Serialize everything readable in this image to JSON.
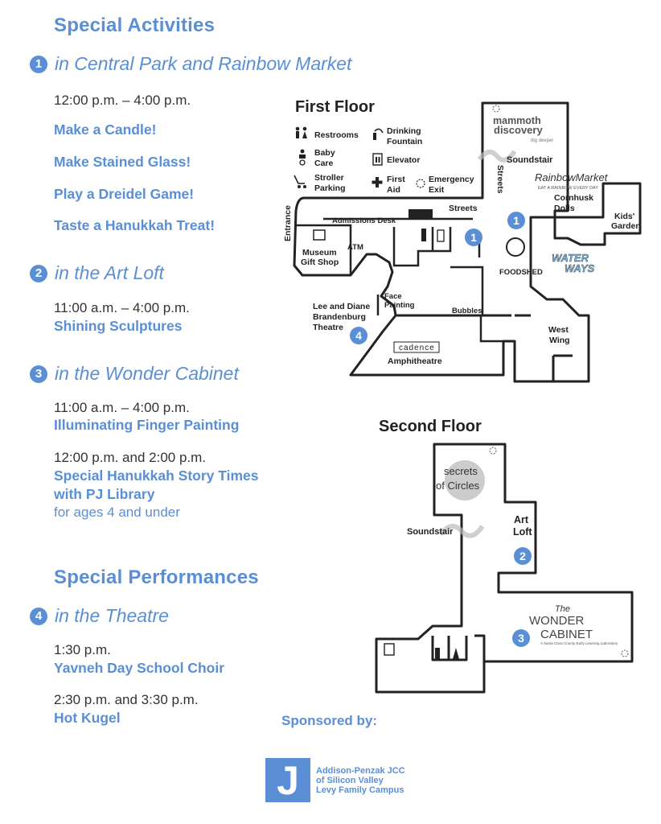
{
  "special_activities": {
    "title": "Special Activities",
    "sections": [
      {
        "num": "1",
        "location": "in Central Park and Rainbow Market",
        "time": "12:00 p.m. – 4:00 p.m.",
        "activities": [
          "Make a Candle!",
          "Make Stained Glass!",
          "Play a Dreidel Game!",
          "Taste a Hanukkah Treat!"
        ]
      },
      {
        "num": "2",
        "location": "in the Art Loft",
        "time": "11:00 a.m. – 4:00 p.m.",
        "activities": [
          "Shining Sculptures"
        ]
      },
      {
        "num": "3",
        "location": "in the Wonder Cabinet",
        "time": "11:00 a.m. – 4:00 p.m.",
        "activities": [
          "Illuminating Finger Painting"
        ],
        "time2": "12:00 p.m. and 2:00 p.m.",
        "activity2_line1": "Special Hanukkah Story Times",
        "activity2_line2": "with PJ Library",
        "note": "for ages 4 and under"
      }
    ]
  },
  "special_performances": {
    "title": "Special Performances",
    "num": "4",
    "location": "in the Theatre",
    "items": [
      {
        "time": "1:30 p.m.",
        "name": "Yavneh Day School Choir"
      },
      {
        "time": "2:30 p.m. and 3:30 p.m.",
        "name": "Hot Kugel"
      }
    ]
  },
  "map": {
    "first_floor": {
      "title": "First Floor",
      "legend": {
        "restrooms": "Restrooms",
        "drinking_fountain_1": "Drinking",
        "drinking_fountain_2": "Fountain",
        "baby_care_1": "Baby",
        "baby_care_2": "Care",
        "elevator": "Elevator",
        "stroller_parking_1": "Stroller",
        "stroller_parking_2": "Parking",
        "first_aid_1": "First",
        "first_aid_2": "Aid",
        "emergency_exit_1": "Emergency",
        "emergency_exit_2": "Exit"
      },
      "labels": {
        "mammoth_1": "mammoth",
        "mammoth_2": "discovery",
        "mammoth_tag": "dig deeper",
        "soundstair": "Soundstair",
        "streets_vertical": "Streets",
        "rainbow_market": "RainbowMarket",
        "rainbow_tag": "EAT A RAINBOW EVERY DAY",
        "cornhusk_1": "Cornhusk",
        "cornhusk_2": "Dolls",
        "kids_garden_1": "Kids'",
        "kids_garden_2": "Garden",
        "entrance": "Entrance",
        "admissions": "Admissions Desk",
        "streets": "Streets",
        "museum_1": "Museum",
        "museum_2": "Gift Shop",
        "atm": "ATM",
        "foodshed": "FOODSHED",
        "water": "WATER",
        "ways": "WAYS",
        "face_1": "Face",
        "face_2": "Painting",
        "bubbles": "Bubbles",
        "theatre_1": "Lee and Diane",
        "theatre_2": "Brandenburg",
        "theatre_3": "Theatre",
        "cadence": "cadence",
        "amphitheatre": "Amphitheatre",
        "west_1": "West",
        "west_2": "Wing"
      }
    },
    "second_floor": {
      "title": "Second Floor",
      "labels": {
        "secrets_1": "secrets",
        "secrets_2": "of Circles",
        "soundstair": "Soundstair",
        "art_1": "Art",
        "art_2": "Loft",
        "wonder_the": "The",
        "wonder_1": "WONDER",
        "wonder_2": "CABINET",
        "wonder_tag": "A Santa Clara County Early Learning Laboratory"
      }
    }
  },
  "sponsor": {
    "label": "Sponsored by:",
    "logo_letter": "J",
    "line1": "Addison-Penzak JCC",
    "line2": "of Silicon Valley",
    "line3": "Levy Family Campus"
  },
  "colors": {
    "accent": "#5a8fd6",
    "text": "#333333"
  }
}
